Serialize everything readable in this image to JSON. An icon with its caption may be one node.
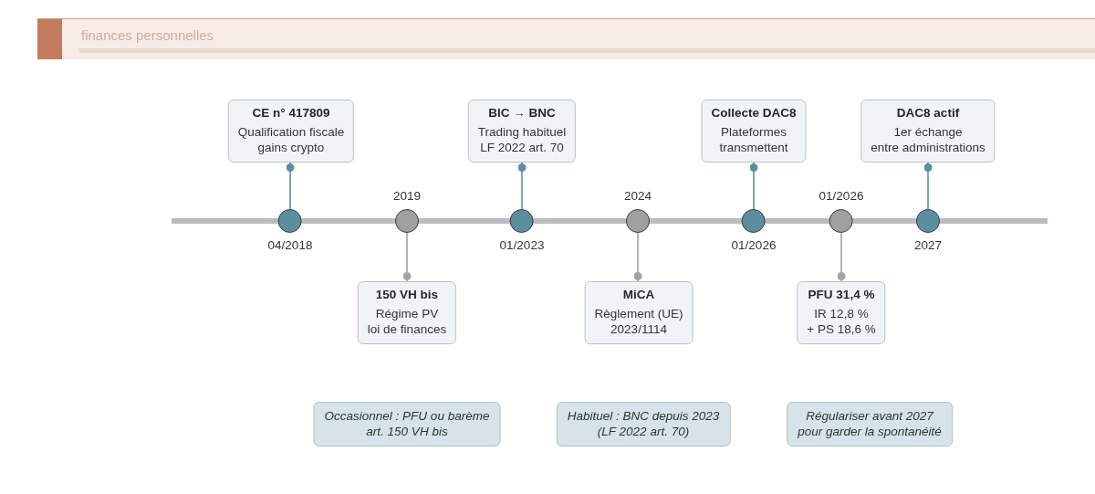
{
  "diagram": {
    "nodes": [
      {
        "text": [
          "CE n° 417809",
          "Qualification fiscale gains crypto"
        ]
      },
      {
        "text": [],
        "shape": "circle",
        "beside": [
          "04/2018"
        ]
      },
      {
        "text": [],
        "shape": "circle",
        "beside": [
          "2019"
        ]
      },
      {
        "text": [
          "150 VH bis",
          "Régime PV loi de finances"
        ]
      },
      {
        "text": [
          "BIC → BNC",
          "Trading habituel LF 2022 art. 70"
        ]
      },
      {
        "text": [],
        "shape": "circle",
        "beside": [
          "01/2023"
        ]
      },
      {
        "text": [],
        "shape": "circle",
        "beside": [
          "2024"
        ]
      },
      {
        "text": [
          "MiCA",
          "Règlement (UE) 2023/1114"
        ]
      },
      {
        "text": [
          "Collecte DAC8",
          "Plateformes transmettent"
        ]
      },
      {
        "text": [],
        "shape": "circle",
        "beside": [
          "01/2026"
        ]
      },
      {
        "text": [],
        "shape": "circle",
        "beside": [
          "01/2026"
        ]
      },
      {
        "text": [
          "PFU 31,4 %",
          "IR 12,8 % + PS 18,6 %"
        ]
      },
      {
        "text": [
          "DAC8 actif",
          "1er échange entre administrations"
        ]
      },
      {
        "text": [],
        "shape": "circle",
        "beside": [
          "2027"
        ]
      },
      {
        "text": [
          "Occasionnel : PFU ou barème art. 150 VH bis"
        ]
      },
      {
        "text": [
          "Habituel : BNC depuis 2023 (LF 2022 art. 70)"
        ]
      },
      {
        "text": [
          "Régulariser avant 2027 pour garder la spontanéité"
        ]
      }
    ],
    "edges": [
      {
        "from": 1,
        "to": 0,
        "arrow": "other"
      },
      {
        "from": 2,
        "to": 3,
        "arrow": "other",
        "color": "#a3a3a3"
      },
      {
        "from": 5,
        "to": 4,
        "arrow": "other"
      },
      {
        "from": 6,
        "to": 7,
        "arrow": "other",
        "color": "#a3a3a3"
      },
      {
        "from": 9,
        "to": 8,
        "arrow": "other"
      },
      {
        "from": 10,
        "to": 11,
        "arrow": "other",
        "color": "#a3a3a3"
      },
      {
        "from": 13,
        "to": 12,
        "arrow": "other"
      }
    ],
    "labels": [
      "finances personnelles"
    ]
  }
}
